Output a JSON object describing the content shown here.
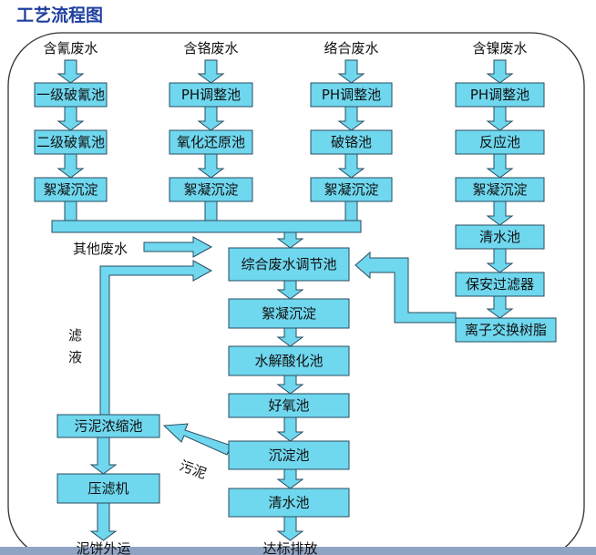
{
  "title": "工艺流程图",
  "sources": {
    "cyanide": "含氰废水",
    "chromium": "含铬废水",
    "complex": "络合废水",
    "nickel": "含镍废水",
    "other": "其他废水"
  },
  "col1": {
    "s1": "一级破氰池",
    "s2": "二级破氰池",
    "s3": "絮凝沉淀"
  },
  "col2": {
    "s1": "PH调整池",
    "s2": "氧化还原池",
    "s3": "絮凝沉淀"
  },
  "col3": {
    "s1": "PH调整池",
    "s2": "破铬池",
    "s3": "絮凝沉淀"
  },
  "col4": {
    "s1": "PH调整池",
    "s2": "反应池",
    "s3": "絮凝沉淀",
    "s4": "清水池",
    "s5": "保安过滤器",
    "s6": "离子交换树脂"
  },
  "main": {
    "s1": "综合废水调节池",
    "s2": "絮凝沉淀",
    "s3": "水解酸化池",
    "s4": "好氧池",
    "s5": "沉淀池",
    "s6": "清水池"
  },
  "sludge": {
    "thickener": "污泥浓缩池",
    "press": "压滤机"
  },
  "labels": {
    "filtrate": "滤液",
    "sludge": "污泥"
  },
  "outputs": {
    "cake": "泥饼外运",
    "discharge": "达标排放"
  }
}
